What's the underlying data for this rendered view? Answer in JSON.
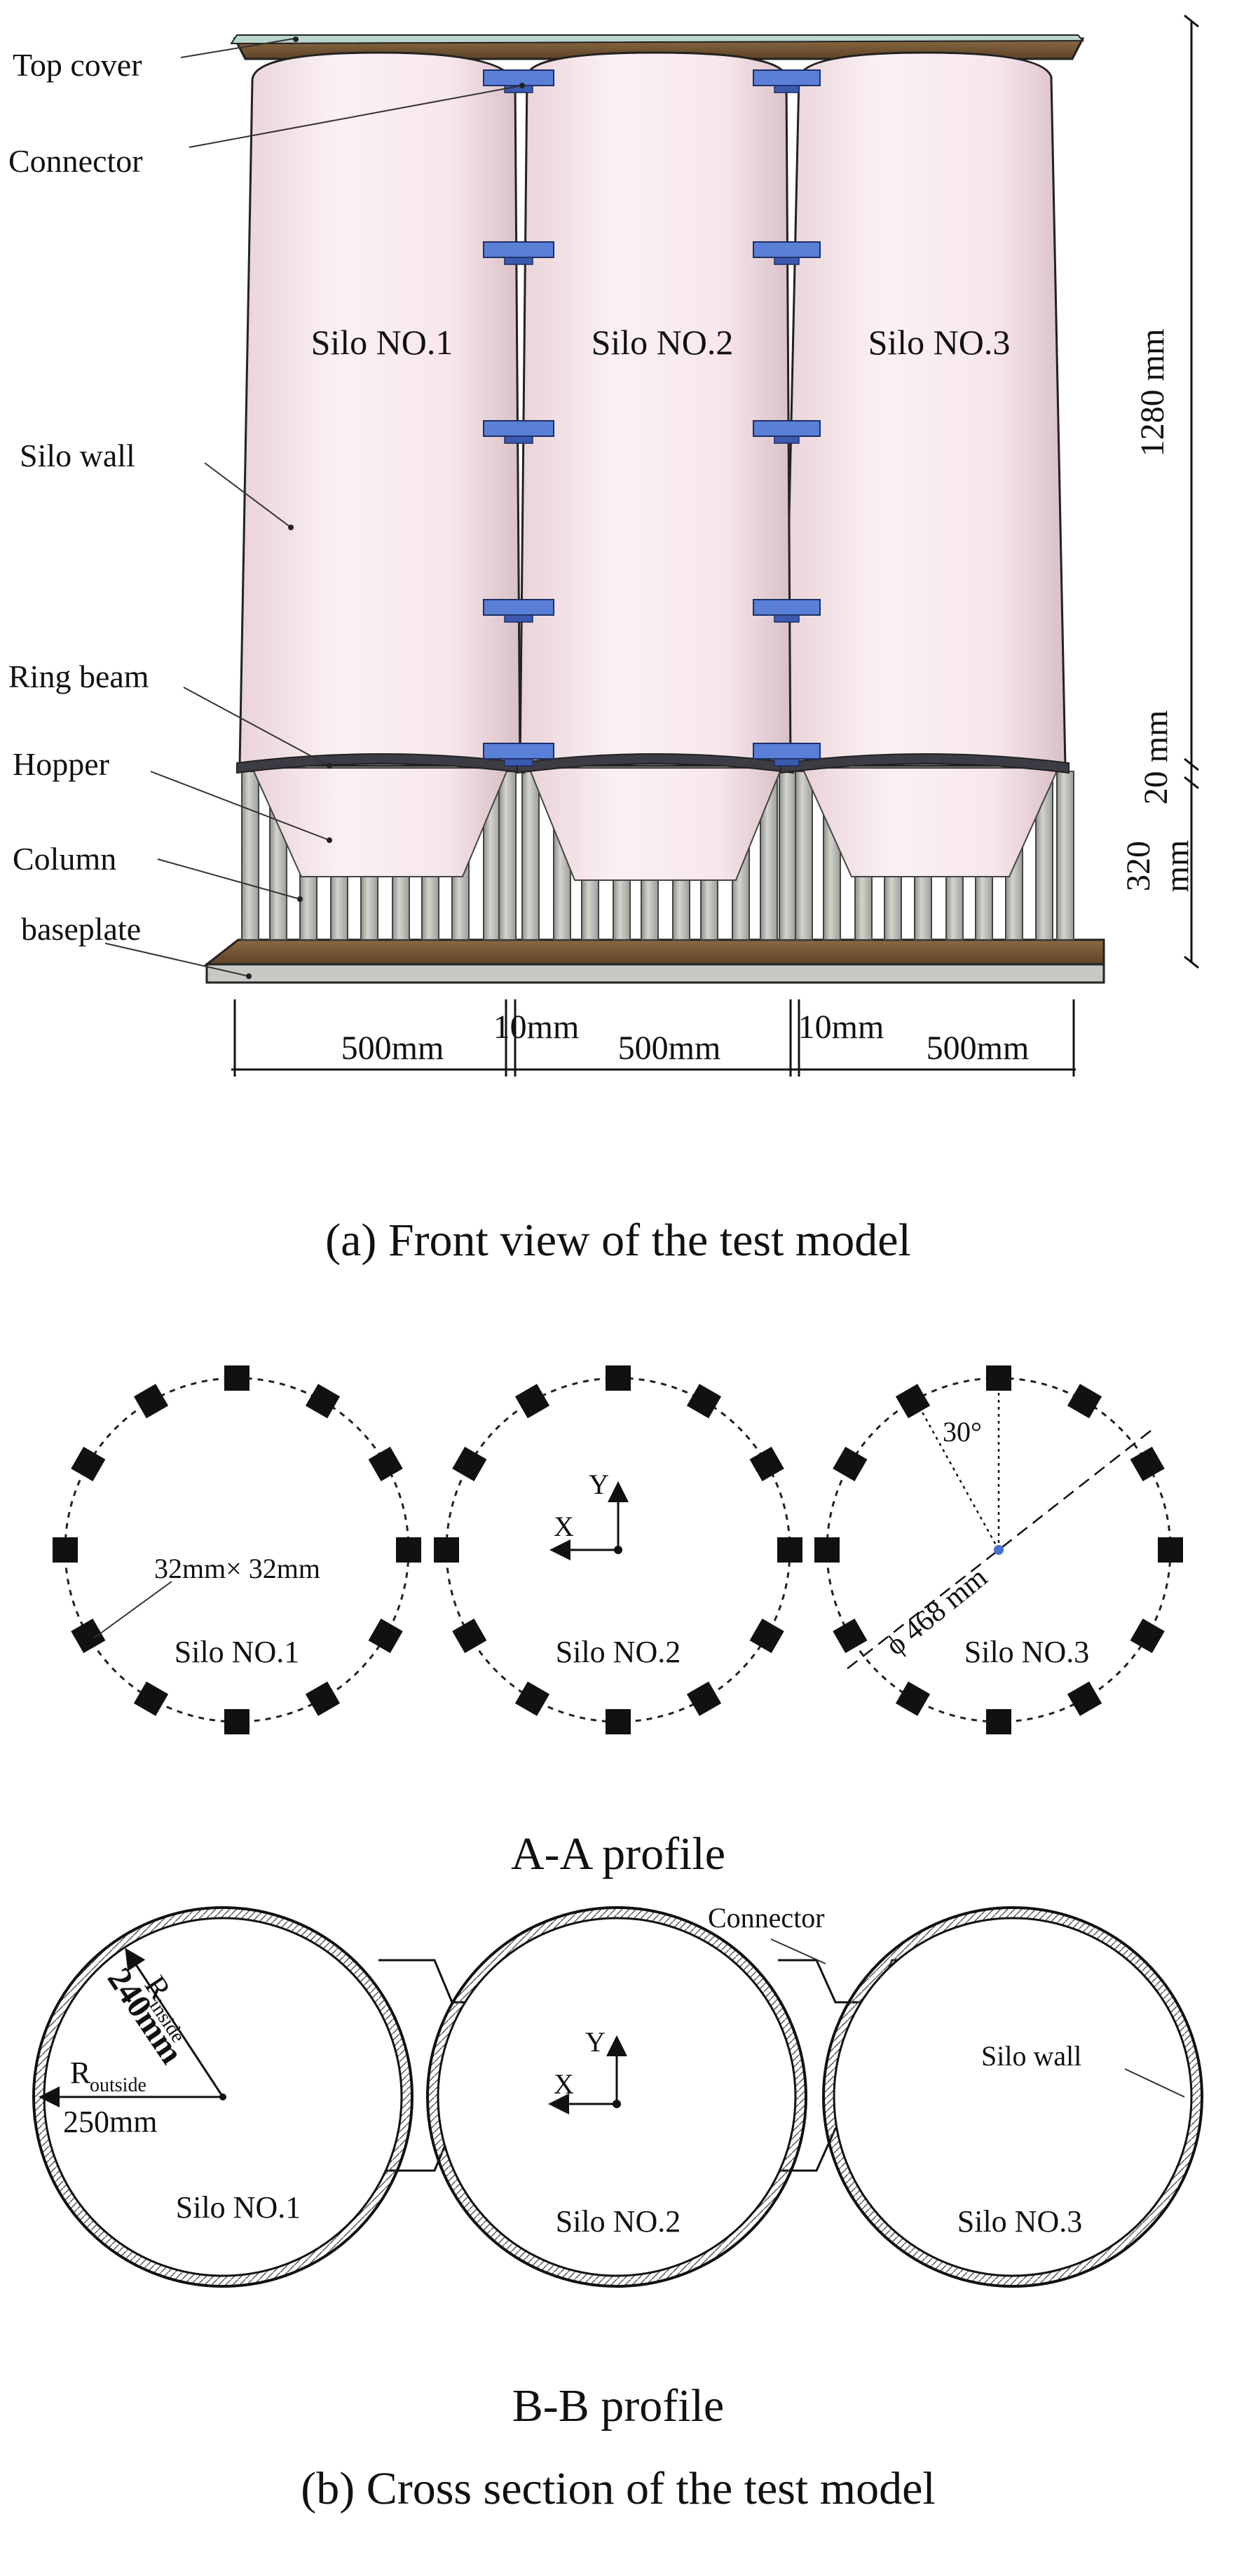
{
  "front_view": {
    "labels": {
      "top_cover": "Top cover",
      "connector": "Connector",
      "silo_wall": "Silo wall",
      "ring_beam": "Ring beam",
      "hopper": "Hopper",
      "column": "Column",
      "baseplate": "baseplate"
    },
    "silos": [
      "Silo NO.1",
      "Silo NO.2",
      "Silo NO.3"
    ],
    "dims": {
      "height_silo": "1280 mm",
      "height_ring": "20 mm",
      "height_column_a": "320",
      "height_column_b": "mm",
      "span_1": "500mm",
      "gap_1": "10mm",
      "span_2": "500mm",
      "gap_2": "10mm",
      "span_3": "500mm"
    },
    "caption": "(a) Front view of the test model"
  },
  "aa_profile": {
    "silos": [
      "Silo NO.1",
      "Silo NO.2",
      "Silo NO.3"
    ],
    "column_size": "32mm× 32mm",
    "axis_x": "X",
    "axis_y": "Y",
    "angle": "30°",
    "diameter": "ϕ 468 mm",
    "title": "A-A profile"
  },
  "bb_profile": {
    "silos": [
      "Silo NO.1",
      "Silo NO.2",
      "Silo NO.3"
    ],
    "connector": "Connector",
    "silo_wall": "Silo wall",
    "r_inside_main": "R",
    "r_inside_sub": "inside",
    "r_inside_value": "240mm",
    "r_outside_main": "R",
    "r_outside_sub": "outside",
    "r_outside_value": "250mm",
    "axis_x": "X",
    "axis_y": "Y",
    "title": "B-B profile",
    "caption": "(b) Cross section of the test model"
  },
  "colors": {
    "silo_body": "#f6e6ea",
    "connector": "#5a7fd6",
    "column": "#b9bcb4",
    "plate": "#7a5a38",
    "ring_beam": "#3c3c44"
  }
}
